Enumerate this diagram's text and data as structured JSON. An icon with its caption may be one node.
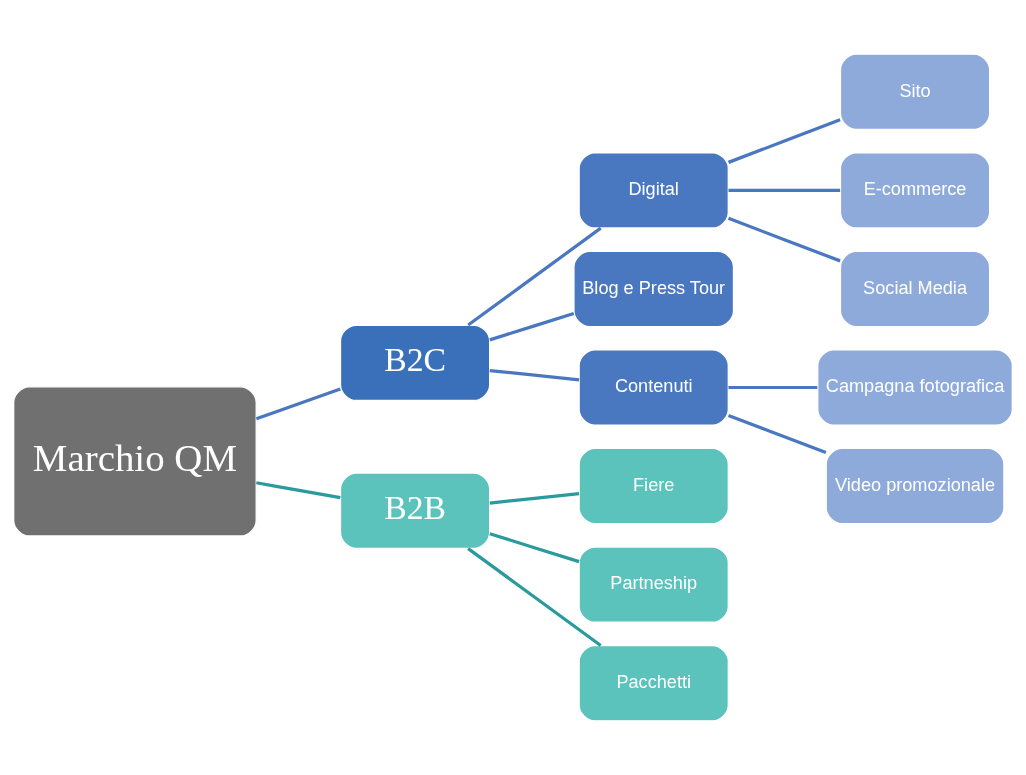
{
  "diagram": {
    "nodes": [
      {
        "text": [
          "Marchio QM"
        ]
      },
      {
        "text": [
          "B2C"
        ]
      },
      {
        "text": [
          "B2B"
        ]
      },
      {
        "text": [
          "Digital"
        ]
      },
      {
        "text": [
          "Blog e Press Tour"
        ]
      },
      {
        "text": [
          "Contenuti"
        ]
      },
      {
        "text": [
          "Fiere"
        ]
      },
      {
        "text": [
          "Partneship"
        ]
      },
      {
        "text": [
          "Pacchetti"
        ]
      },
      {
        "text": [
          "Sito"
        ]
      },
      {
        "text": [
          "E-commerce"
        ]
      },
      {
        "text": [
          "Social Media"
        ]
      },
      {
        "text": [
          "Campagna fotografica"
        ]
      },
      {
        "text": [
          "Video promozionale"
        ]
      }
    ],
    "edges": [
      {
        "from": 0,
        "to": 1,
        "arrow": "none"
      },
      {
        "from": 0,
        "to": 2,
        "arrow": "none",
        "color": "#2a9a9c"
      },
      {
        "from": 1,
        "to": 3,
        "arrow": "none"
      },
      {
        "from": 1,
        "to": 4,
        "arrow": "none"
      },
      {
        "from": 1,
        "to": 5,
        "arrow": "none"
      },
      {
        "from": 2,
        "to": 6,
        "arrow": "none",
        "color": "#2a9a9c"
      },
      {
        "from": 2,
        "to": 7,
        "arrow": "none",
        "color": "#2a9a9c"
      },
      {
        "from": 2,
        "to": 8,
        "arrow": "none",
        "color": "#2a9a9c"
      },
      {
        "from": 3,
        "to": 9,
        "arrow": "none"
      },
      {
        "from": 3,
        "to": 10,
        "arrow": "none"
      },
      {
        "from": 3,
        "to": 11,
        "arrow": "none"
      },
      {
        "from": 5,
        "to": 12,
        "arrow": "none"
      },
      {
        "from": 5,
        "to": 13,
        "arrow": "none"
      }
    ]
  }
}
